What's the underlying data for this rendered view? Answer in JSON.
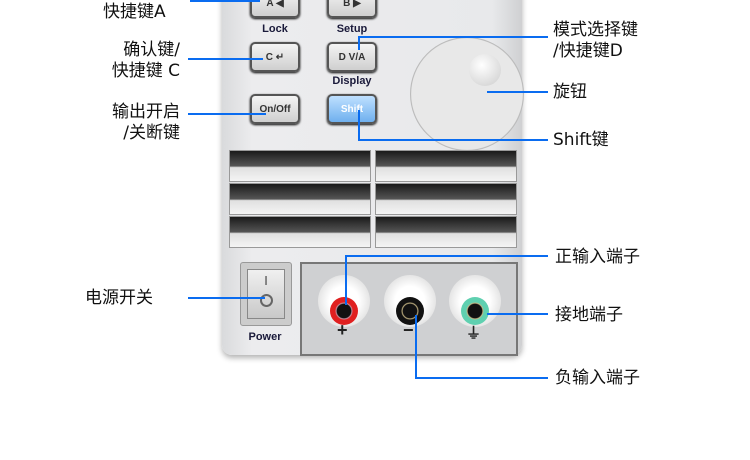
{
  "callouts": {
    "shortcut_a": "快捷键A",
    "confirm_line1": "确认键/",
    "confirm_line2": "快捷键 C",
    "output_line1": "输出开启",
    "output_line2": "/关断键",
    "mode_line1": "模式选择键",
    "mode_line2": "/快捷键D",
    "knob": "旋钮",
    "shift": "Shift键",
    "pos_terminal": "正输入端子",
    "ground_terminal": "接地端子",
    "neg_terminal": "负输入端子",
    "power_switch": "电源开关"
  },
  "panel": {
    "lock": "Lock",
    "setup": "Setup",
    "display": "Display",
    "power": "Power",
    "btn_a": "A ◀",
    "btn_b": "B ▶",
    "btn_c": "C ↵",
    "btn_d": "D V/A",
    "btn_onoff": "On/Off",
    "btn_shift": "Shift",
    "switch_on": "I",
    "plus": "+",
    "minus": "−",
    "ground": "⏚"
  },
  "colors": {
    "line": "#0a6cf0",
    "red": "#e02020",
    "black": "#111111",
    "green": "#5fd0b0"
  }
}
